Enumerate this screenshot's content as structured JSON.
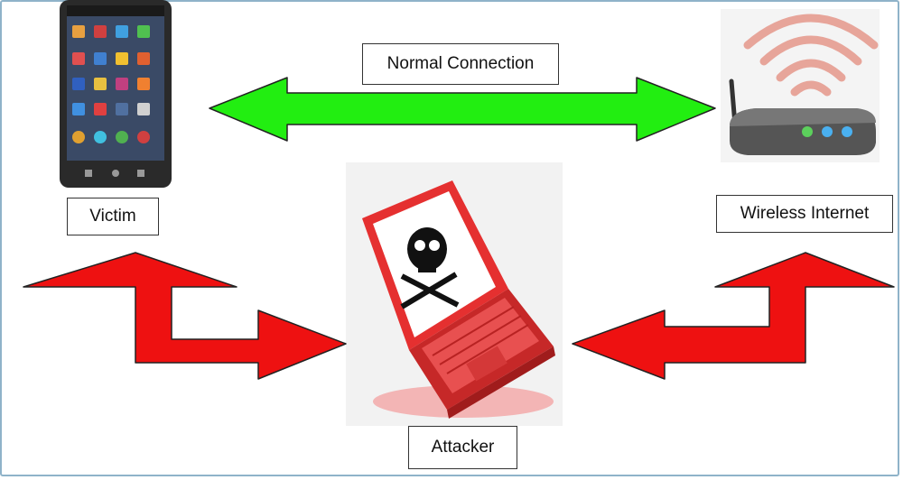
{
  "labels": {
    "normal_connection": "Normal Connection",
    "victim": "Victim",
    "wireless_internet": "Wireless Internet",
    "attacker": "Attacker"
  },
  "colors": {
    "normal_arrow": "#22ee11",
    "attack_arrow": "#ee1111",
    "laptop": "#e53030",
    "arrow_stroke": "#222222"
  },
  "icons": [
    "smartphone-icon",
    "wireless-router-icon",
    "hacker-laptop-icon",
    "skull-crossbones-icon"
  ]
}
